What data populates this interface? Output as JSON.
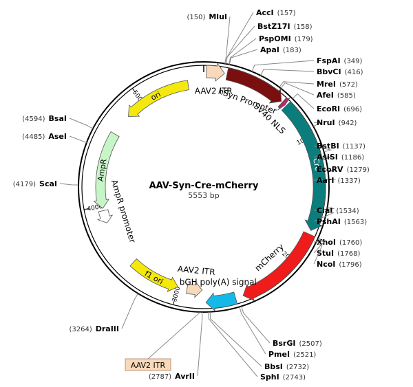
{
  "plasmid": {
    "name": "AAV-Syn-Cre-mCherry",
    "length_label": "5553 bp",
    "length": 5553
  },
  "ticks": [
    {
      "pos": 1000,
      "label": "1000"
    },
    {
      "pos": 2000,
      "label": "2000"
    },
    {
      "pos": 3000,
      "label": "3000"
    },
    {
      "pos": 4000,
      "label": "4000"
    },
    {
      "pos": 5000,
      "label": "5000"
    }
  ],
  "features": [
    {
      "name": "AAV2 ITR",
      "start": 20,
      "end": 160,
      "strand": 1,
      "color": "#f9d9b9",
      "kind": "ring"
    },
    {
      "name": "hSyn Promoter",
      "start": 180,
      "end": 650,
      "strand": 1,
      "color": "#7a0f0f",
      "kind": "ring"
    },
    {
      "name": "SV40 NLS",
      "start": 660,
      "end": 690,
      "strand": 1,
      "color": "#b02a6e",
      "kind": "ring"
    },
    {
      "name": "Cre",
      "start": 700,
      "end": 1730,
      "strand": 1,
      "color": "#0b7d7d",
      "kind": "ring"
    },
    {
      "name": "mCherry",
      "start": 1760,
      "end": 2470,
      "strand": 1,
      "color": "#f01b1b",
      "kind": "ring"
    },
    {
      "name": "bGH poly(A) signal",
      "start": 2530,
      "end": 2760,
      "strand": 1,
      "color": "#14b9e8",
      "kind": "ring"
    },
    {
      "name": "AAV2 ITR",
      "start": 2790,
      "end": 2920,
      "strand": -1,
      "color": "#f9d9b9",
      "kind": "inner"
    },
    {
      "name": "f1 ori",
      "start": 3000,
      "end": 3440,
      "strand": -1,
      "color": "#f4e80f",
      "kind": "inner"
    },
    {
      "name": "AmpR promoter",
      "start": 3850,
      "end": 3960,
      "strand": -1,
      "color": "#ffffff",
      "kind": "inner"
    },
    {
      "name": "AmpR",
      "start": 3980,
      "end": 4640,
      "strand": -1,
      "color": "#c8f5c8",
      "kind": "inner"
    },
    {
      "name": "ori",
      "start": 4830,
      "end": 5420,
      "strand": -1,
      "color": "#f4e80f",
      "kind": "inner"
    }
  ],
  "sites": [
    {
      "name": "MluI",
      "pos": "150",
      "side": "left",
      "order": 0
    },
    {
      "name": "AccI",
      "pos": "157",
      "side": "right",
      "order": 0
    },
    {
      "name": "BstZ17I",
      "pos": "158",
      "side": "right",
      "order": 1
    },
    {
      "name": "PspOMI",
      "pos": "179",
      "side": "right",
      "order": 2
    },
    {
      "name": "ApaI",
      "pos": "183",
      "side": "right",
      "order": 3
    },
    {
      "name": "FspAI",
      "pos": "349",
      "side": "right",
      "order": 4
    },
    {
      "name": "BbvCI",
      "pos": "416",
      "side": "right",
      "order": 5
    },
    {
      "name": "MreI",
      "pos": "572",
      "side": "right",
      "order": 6
    },
    {
      "name": "AfeI",
      "pos": "585",
      "side": "right",
      "order": 7
    },
    {
      "name": "EcoRI",
      "pos": "696",
      "side": "right",
      "order": 8
    },
    {
      "name": "NruI",
      "pos": "942",
      "side": "right",
      "order": 9
    },
    {
      "name": "BstBI",
      "pos": "1137",
      "side": "right",
      "order": 10
    },
    {
      "name": "AsiSI",
      "pos": "1186",
      "side": "right",
      "order": 11
    },
    {
      "name": "EcoRV",
      "pos": "1279",
      "side": "right",
      "order": 12
    },
    {
      "name": "AarI",
      "pos": "1337",
      "side": "right",
      "order": 13
    },
    {
      "name": "ClaI",
      "pos": "1534",
      "side": "right",
      "order": 14
    },
    {
      "name": "PshAI",
      "pos": "1563",
      "side": "right",
      "order": 15
    },
    {
      "name": "XhoI",
      "pos": "1760",
      "side": "right",
      "order": 16
    },
    {
      "name": "StuI",
      "pos": "1768",
      "side": "right",
      "order": 17
    },
    {
      "name": "NcoI",
      "pos": "1796",
      "side": "right",
      "order": 18
    },
    {
      "name": "BsrGI",
      "pos": "2507",
      "side": "right",
      "order": 19
    },
    {
      "name": "PmeI",
      "pos": "2521",
      "side": "right",
      "order": 20
    },
    {
      "name": "BbsI",
      "pos": "2732",
      "side": "right",
      "order": 21
    },
    {
      "name": "SphI",
      "pos": "2743",
      "side": "right",
      "order": 22
    },
    {
      "name": "AvrII",
      "pos": "2787",
      "side": "left",
      "order": 1
    },
    {
      "name": "DraIII",
      "pos": "3264",
      "side": "left",
      "order": 2
    },
    {
      "name": "ScaI",
      "pos": "4179",
      "side": "left",
      "order": 3
    },
    {
      "name": "AseI",
      "pos": "4485",
      "side": "left",
      "order": 4
    },
    {
      "name": "BsaI",
      "pos": "4594",
      "side": "left",
      "order": 5
    }
  ],
  "outer_feature_label": {
    "name": "AAV2 ITR"
  }
}
